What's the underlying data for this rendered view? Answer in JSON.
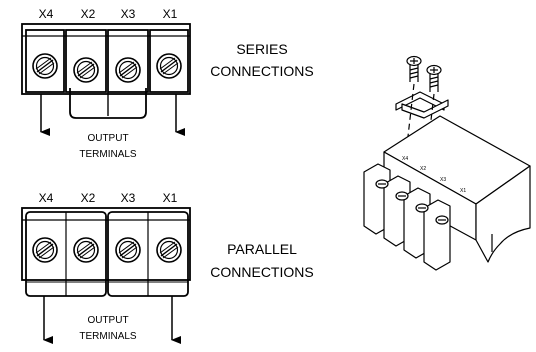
{
  "terminals": [
    "X4",
    "X2",
    "X3",
    "X1"
  ],
  "series": {
    "title_line1": "SERIES",
    "title_line2": "CONNECTIONS",
    "output_line1": "OUTPUT",
    "output_line2": "TERMINALS"
  },
  "parallel": {
    "title_line1": "PARALLEL",
    "title_line2": "CONNECTIONS",
    "output_line1": "OUTPUT",
    "output_line2": "TERMINALS"
  },
  "iso_terminal_marks": [
    "X4",
    "X2",
    "X3",
    "X1"
  ]
}
